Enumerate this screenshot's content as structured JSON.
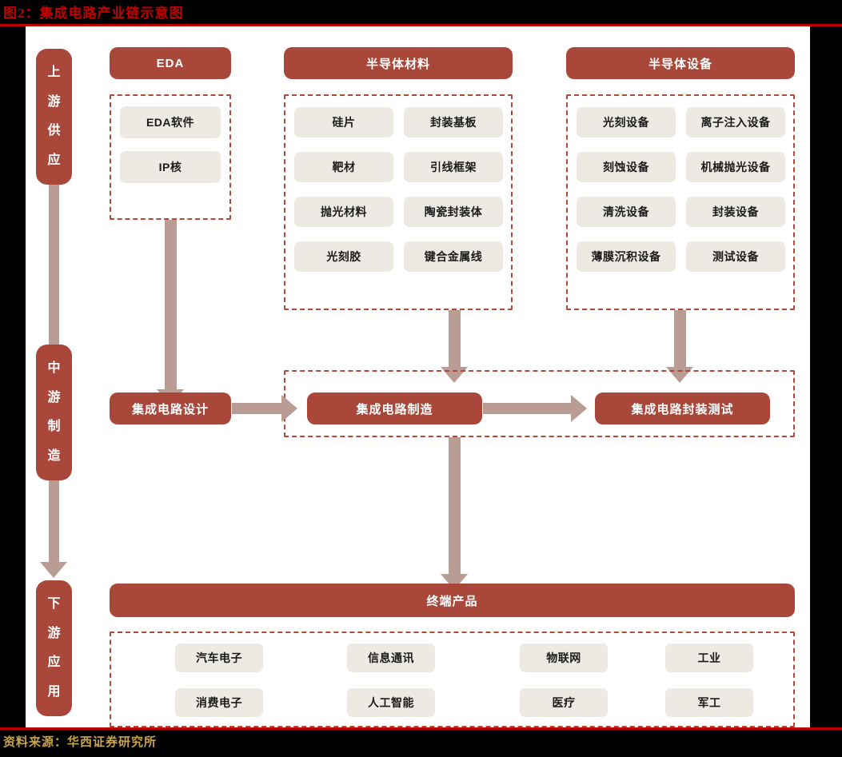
{
  "figure": {
    "title": "图2：集成电路产业链示意图",
    "source": "资料来源：华西证券研究所",
    "accent_color": "#C00000",
    "box_color": "#A9483A",
    "chip_color": "#EDEAE3",
    "arrow_color": "#B99C94",
    "dash_color": "#B04A38",
    "source_color": "#C8A44B"
  },
  "stages": [
    {
      "id": "upstream",
      "label": "上游供应",
      "chars": [
        "上",
        "游",
        "供",
        "应"
      ]
    },
    {
      "id": "midstream",
      "label": "中游制造",
      "chars": [
        "中",
        "游",
        "制",
        "造"
      ]
    },
    {
      "id": "downstream",
      "label": "下游应用",
      "chars": [
        "下",
        "游",
        "应",
        "用"
      ]
    }
  ],
  "upstream_columns": [
    {
      "id": "eda",
      "header": "EDA",
      "items": [
        "EDA软件",
        "IP核"
      ]
    },
    {
      "id": "semiconductor-materials",
      "header": "半导体材料",
      "items": [
        "硅片",
        "封装基板",
        "靶材",
        "引线框架",
        "抛光材料",
        "陶瓷封装体",
        "光刻胶",
        "键合金属线"
      ]
    },
    {
      "id": "semiconductor-equipment",
      "header": "半导体设备",
      "items": [
        "光刻设备",
        "离子注入设备",
        "刻蚀设备",
        "机械抛光设备",
        "清洗设备",
        "封装设备",
        "薄膜沉积设备",
        "测试设备"
      ]
    }
  ],
  "midstream": {
    "design": "集成电路设计",
    "fabrication": "集成电路制造",
    "packaging_test": "集成电路封装测试"
  },
  "downstream": {
    "header": "终端产品",
    "items": [
      "汽车电子",
      "信息通讯",
      "物联网",
      "工业",
      "消费电子",
      "人工智能",
      "医疗",
      "军工"
    ]
  }
}
